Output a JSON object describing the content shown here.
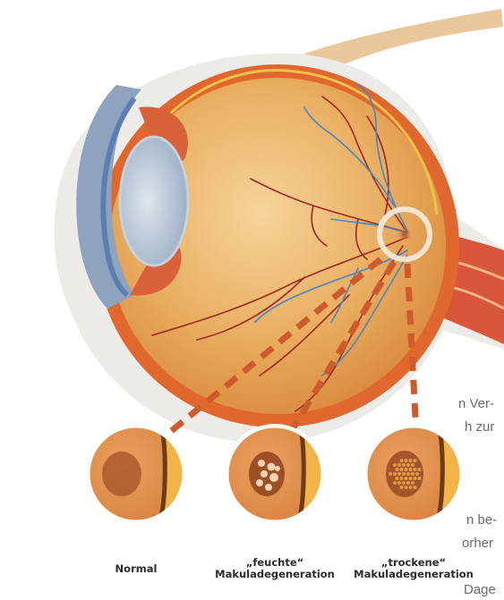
{
  "side_text": {
    "line1": "n Ver-",
    "line2": "h zur",
    "line3": "n be-",
    "line4": "orher",
    "line5": "Dage"
  },
  "captions": {
    "normal": "Normal",
    "wet_line1": "„feuchte“",
    "wet_line2": "Makuladegeneration",
    "dry_line1": "„trockene“",
    "dry_line2": "Makuladegeneration"
  },
  "colors": {
    "sclera_outer": "#e8e6e2",
    "choroid": "#e0682e",
    "retina_body": "#e5a452",
    "vein_red": "#9c2a22",
    "vein_blue": "#4a86c2",
    "callout_dash": "#cf5a2c",
    "macula": "#c86a3c"
  }
}
